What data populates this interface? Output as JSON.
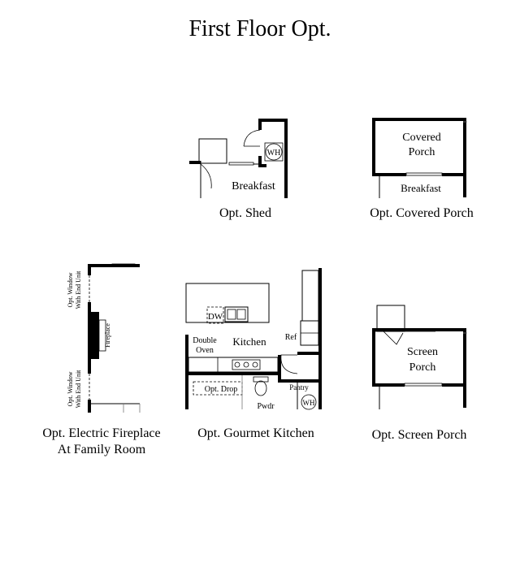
{
  "title": "First Floor Opt.",
  "shed": {
    "caption": "Opt. Shed",
    "room": "Breakfast",
    "wh": "WH"
  },
  "covered_porch": {
    "caption": "Opt. Covered Porch",
    "room_line1": "Covered",
    "room_line2": "Porch",
    "room_below": "Breakfast"
  },
  "fireplace": {
    "caption_line1": "Opt. Electric Fireplace",
    "caption_line2": "At Family Room",
    "window_top_line1": "Opt. Window",
    "window_top_line2": "With End Unit",
    "window_bottom_line1": "Opt. Window",
    "window_bottom_line2": "With End Unit",
    "fireplace_label": "Fireplace"
  },
  "gourmet_kitchen": {
    "caption": "Opt. Gourmet Kitchen",
    "dw": "DW",
    "double_oven_line1": "Double",
    "double_oven_line2": "Oven",
    "kitchen": "Kitchen",
    "ref": "Ref",
    "pantry": "Pantry",
    "opt_drop": "Opt. Drop",
    "pwdr": "Pwdr",
    "wh": "WH"
  },
  "screen_porch": {
    "caption": "Opt. Screen Porch",
    "room_line1": "Screen",
    "room_line2": "Porch"
  }
}
